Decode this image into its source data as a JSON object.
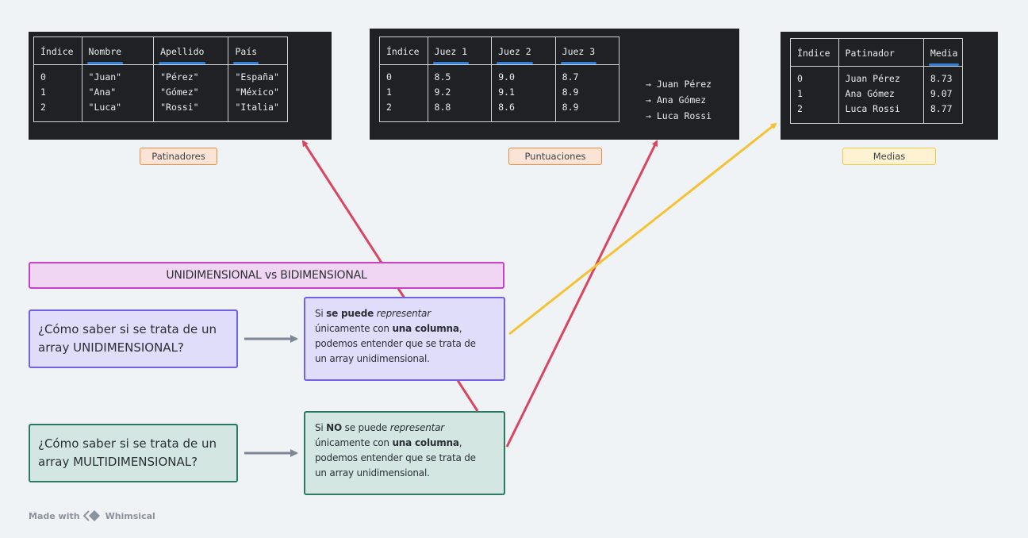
{
  "tables": {
    "patinadores": {
      "headers": [
        "Índice",
        "Nombre",
        "Apellido",
        "País"
      ],
      "underlined": [
        false,
        true,
        true,
        true
      ],
      "rows": [
        [
          "0",
          "\"Juan\"",
          "\"Pérez\"",
          "\"España\""
        ],
        [
          "1",
          "\"Ana\"",
          "\"Gómez\"",
          "\"México\""
        ],
        [
          "2",
          "\"Luca\"",
          "\"Rossi\"",
          "\"Italia\""
        ]
      ],
      "label": "Patinadores",
      "label_color": "#ef8b45"
    },
    "puntuaciones": {
      "headers": [
        "Índice",
        "Juez 1",
        "Juez 2",
        "Juez 3"
      ],
      "underlined": [
        false,
        true,
        true,
        true
      ],
      "rows": [
        [
          "0",
          "8.5",
          "9.0",
          "8.7"
        ],
        [
          "1",
          "9.2",
          "9.1",
          "8.9"
        ],
        [
          "2",
          "8.8",
          "8.6",
          "8.9"
        ]
      ],
      "side_notes": [
        "→ Juan Pérez",
        "→ Ana Gómez",
        "→ Luca Rossi"
      ],
      "label": "Puntuaciones",
      "label_color": "#ef8b45"
    },
    "medias": {
      "headers": [
        "Índice",
        "Patinador",
        "Media"
      ],
      "underlined": [
        false,
        false,
        true
      ],
      "rows": [
        [
          "0",
          "Juan Pérez",
          "8.73"
        ],
        [
          "1",
          "Ana Gómez",
          "9.07"
        ],
        [
          "2",
          "Luca Rossi",
          "8.77"
        ]
      ],
      "label": "Medias",
      "label_color": "#f6c744"
    }
  },
  "title": "UNIDIMENSIONAL vs BIDIMENSIONAL",
  "questions": {
    "uni": {
      "line1": "¿Cómo saber si se trata de un",
      "line2": "array UNIDIMENSIONAL?"
    },
    "multi": {
      "line1": "¿Cómo saber si se trata de un",
      "line2": "array MULTIDIMENSIONAL?"
    }
  },
  "answers": {
    "uni": {
      "p1": "Si ",
      "b1": "se puede",
      "i1": "representar",
      "p2": "únicamente con ",
      "b2": "una columna",
      "p3": ",",
      "p4": "podemos entender que se trata de",
      "p5": "un array unidimensional."
    },
    "multi": {
      "p1": "Si ",
      "b1": "NO",
      "p1b": " se puede ",
      "i1": "representar",
      "p2": "únicamente con ",
      "b2": "una columna",
      "p3": ",",
      "p4": "podemos entender que se trata de",
      "p5": "un array unidimensional."
    }
  },
  "colors": {
    "red_arrow": "#d9455f",
    "yellow_arrow": "#f5c234",
    "gray_arrow": "#7b8794"
  },
  "footer": {
    "made_with": "Made with",
    "brand": "Whimsical"
  }
}
